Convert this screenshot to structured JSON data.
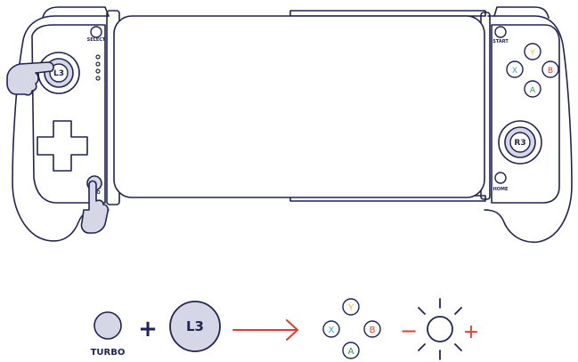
{
  "controller": {
    "select_label": "SELECT",
    "start_label": "START",
    "home_label": "HOME",
    "turbo_label_partial": "TU  O",
    "l3_label": "L3",
    "r3_label": "R3",
    "face_buttons": {
      "y": "Y",
      "x": "X",
      "b": "B",
      "a": "A"
    }
  },
  "legend": {
    "turbo_label": "TURBO",
    "plus_sign": "+",
    "l3_label": "L3",
    "face_buttons": {
      "y": "Y",
      "x": "X",
      "b": "B",
      "a": "A"
    },
    "minus_sign": "−",
    "brightness_plus": "+"
  },
  "colors": {
    "outline": "#1f2451",
    "button_fill": "#d6d7e6",
    "arrow_red": "#e63a2e",
    "y_color": "#e0c23a",
    "x_color": "#3aa6d8",
    "b_color": "#e63a2e",
    "a_color": "#2f9a4a"
  }
}
